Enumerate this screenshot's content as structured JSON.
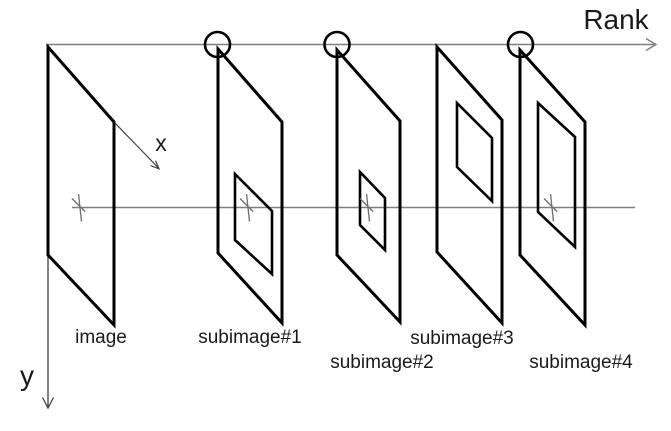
{
  "axes": {
    "rank_label": "Rank",
    "x_label": "x",
    "y_label": "y"
  },
  "planes": [
    {
      "label": "image"
    },
    {
      "label": "subimage#1"
    },
    {
      "label": "subimage#2"
    },
    {
      "label": "subimage#3"
    },
    {
      "label": "subimage#4"
    }
  ],
  "markers": {
    "rank_circles_above": [
      "subimage#1",
      "subimage#2",
      "subimage#4"
    ],
    "center_marks_on": [
      "image",
      "subimage#1",
      "subimage#2",
      "subimage#4"
    ]
  },
  "colors": {
    "background": "#ffffff",
    "shape_stroke": "#000000",
    "axis_gray": "#7f7f7f",
    "thin_dark": "#3f3f3f",
    "center_mark_gray": "#6e6e6e",
    "text": "#1a1a1a"
  }
}
